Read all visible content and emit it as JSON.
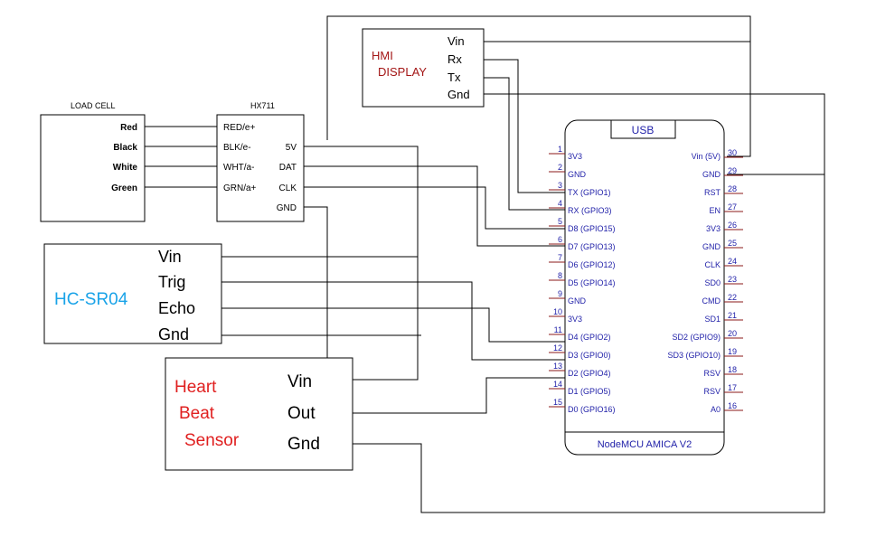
{
  "components": {
    "hmi": {
      "title_line1": "HMI",
      "title_line2": "DISPLAY",
      "title_color": "#a31515",
      "pins": [
        "Vin",
        "Rx",
        "Tx",
        "Gnd"
      ]
    },
    "load_cell": {
      "title": "LOAD CELL",
      "pins": [
        "Red",
        "Black",
        "White",
        "Green"
      ]
    },
    "hx711": {
      "title": "HX711",
      "left_pins": [
        "RED/e+",
        "BLK/e-",
        "WHT/a-",
        "GRN/a+"
      ],
      "right_pins": [
        "5V",
        "DAT",
        "CLK",
        "GND"
      ]
    },
    "hcsr04": {
      "title": "HC-SR04",
      "title_color": "#1aa3e8",
      "pins": [
        "Vin",
        "Trig",
        "Echo",
        "Gnd"
      ]
    },
    "heart": {
      "title_line1": "Heart",
      "title_line2": "Beat",
      "title_line3": "Sensor",
      "title_color": "#e02020",
      "pins": [
        "Vin",
        "Out",
        "Gnd"
      ]
    },
    "nodemcu": {
      "usb_label": "USB",
      "footer": "NodeMCU AMICA V2",
      "left_pins": [
        {
          "num": "1",
          "label": "3V3"
        },
        {
          "num": "2",
          "label": "GND"
        },
        {
          "num": "3",
          "label": "TX (GPIO1)"
        },
        {
          "num": "4",
          "label": "RX (GPIO3)"
        },
        {
          "num": "5",
          "label": "D8 (GPIO15)"
        },
        {
          "num": "6",
          "label": "D7 (GPIO13)"
        },
        {
          "num": "7",
          "label": "D6 (GPIO12)"
        },
        {
          "num": "8",
          "label": "D5 (GPIO14)"
        },
        {
          "num": "9",
          "label": "GND"
        },
        {
          "num": "10",
          "label": "3V3"
        },
        {
          "num": "11",
          "label": "D4 (GPIO2)"
        },
        {
          "num": "12",
          "label": "D3 (GPIO0)"
        },
        {
          "num": "13",
          "label": "D2 (GPIO4)"
        },
        {
          "num": "14",
          "label": "D1 (GPIO5)"
        },
        {
          "num": "15",
          "label": "D0 (GPIO16)"
        }
      ],
      "right_pins": [
        {
          "num": "30",
          "label": "Vin (5V)"
        },
        {
          "num": "29",
          "label": "GND"
        },
        {
          "num": "28",
          "label": "RST"
        },
        {
          "num": "27",
          "label": "EN"
        },
        {
          "num": "26",
          "label": "3V3"
        },
        {
          "num": "25",
          "label": "GND"
        },
        {
          "num": "24",
          "label": "CLK"
        },
        {
          "num": "23",
          "label": "SD0"
        },
        {
          "num": "22",
          "label": "CMD"
        },
        {
          "num": "21",
          "label": "SD1"
        },
        {
          "num": "20",
          "label": "SD2 (GPIO9)"
        },
        {
          "num": "19",
          "label": "SD3 (GPIO10)"
        },
        {
          "num": "18",
          "label": "RSV"
        },
        {
          "num": "17",
          "label": "RSV"
        },
        {
          "num": "16",
          "label": "A0"
        }
      ]
    }
  }
}
